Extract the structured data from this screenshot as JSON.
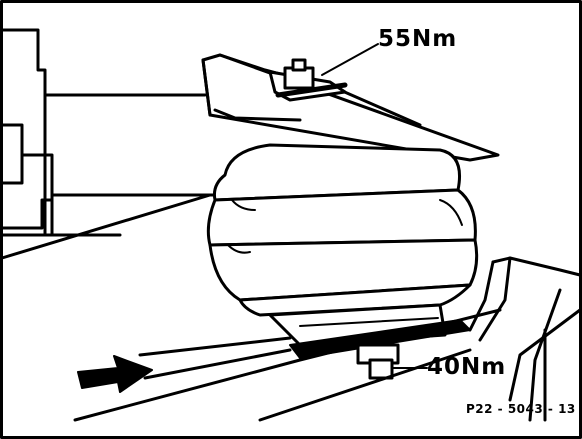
{
  "labels": {
    "upper_torque": "55Nm",
    "lower_torque": "40Nm",
    "figure_code": "P22 - 5043 - 13"
  },
  "colors": {
    "ink": "#000000",
    "paper": "#ffffff"
  },
  "icons": {
    "direction_arrow": "right-arrow-icon"
  }
}
